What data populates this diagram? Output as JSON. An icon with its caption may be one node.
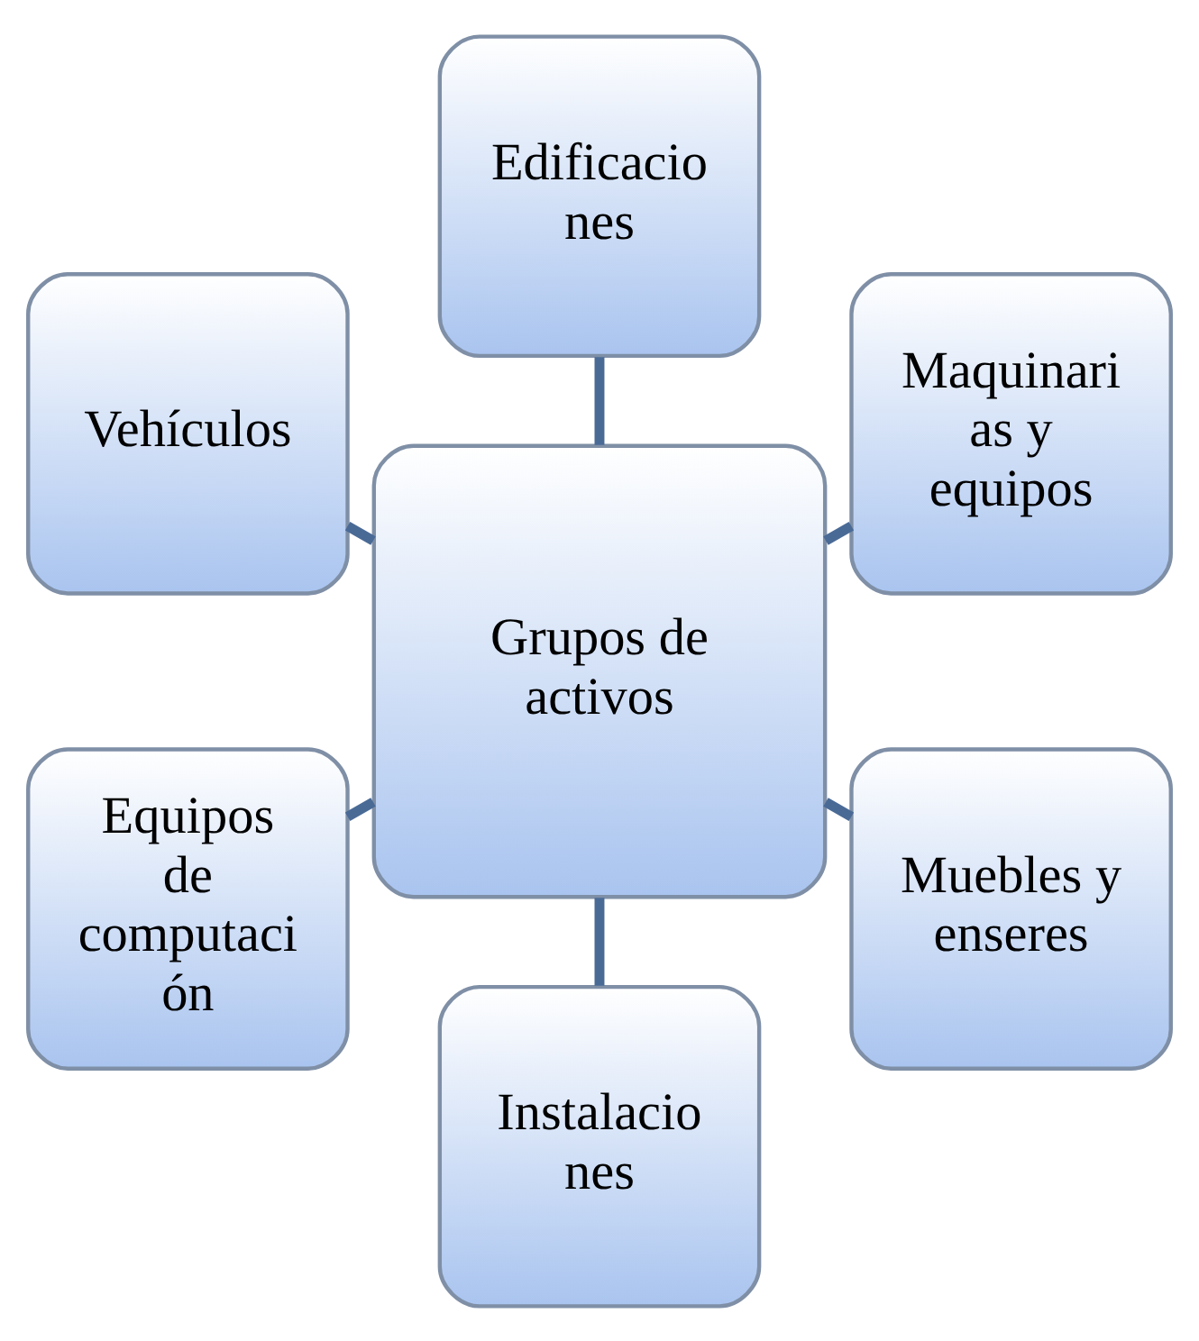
{
  "diagram": {
    "nodes": [
      {
        "text": [
          "Grupos de activos"
        ]
      },
      {
        "text": [
          "Edificacio nes"
        ]
      },
      {
        "text": [
          "Maquinari as y equipos"
        ]
      },
      {
        "text": [
          "Muebles y enseres"
        ]
      },
      {
        "text": [
          "Instalacio nes"
        ]
      },
      {
        "text": [
          "Equipos de computaci ón"
        ]
      },
      {
        "text": [
          "Vehículos"
        ]
      }
    ],
    "edges": [
      {
        "from": 0,
        "to": 1,
        "arrow": "none"
      },
      {
        "from": 0,
        "to": 2,
        "arrow": "none"
      },
      {
        "from": 0,
        "to": 3,
        "arrow": "none"
      },
      {
        "from": 0,
        "to": 4,
        "arrow": "none"
      },
      {
        "from": 0,
        "to": 5,
        "arrow": "none"
      },
      {
        "from": 0,
        "to": 6,
        "arrow": "none"
      }
    ]
  }
}
